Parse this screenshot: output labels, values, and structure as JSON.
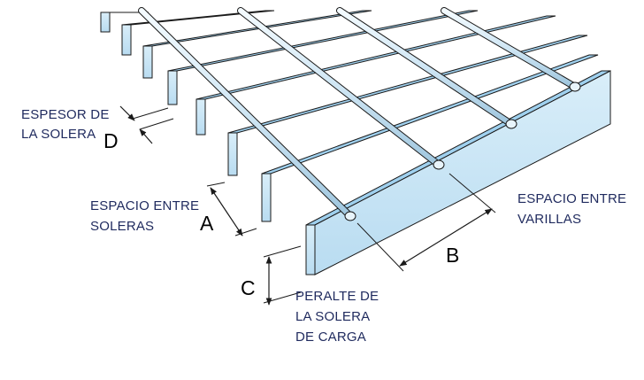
{
  "labels": {
    "espesor_line1": "ESPESOR DE",
    "espesor_line2": "LA SOLERA",
    "espacio_soleras_line1": "ESPACIO ENTRE",
    "espacio_soleras_line2": "SOLERAS",
    "espacio_varillas_line1": "ESPACIO ENTRE",
    "espacio_varillas_line2": "VARILLAS",
    "peralte_line1": "PERALTE DE",
    "peralte_line2": "LA SOLERA",
    "peralte_line3": "DE CARGA"
  },
  "dimension_letters": {
    "a": "A",
    "b": "B",
    "c": "C",
    "d": "D"
  },
  "colors": {
    "bar_fill": "#cfe7f6",
    "bar_edge": "#8fc6e8",
    "outline": "#1a1a1a",
    "label_text": "#1f2a5e"
  }
}
